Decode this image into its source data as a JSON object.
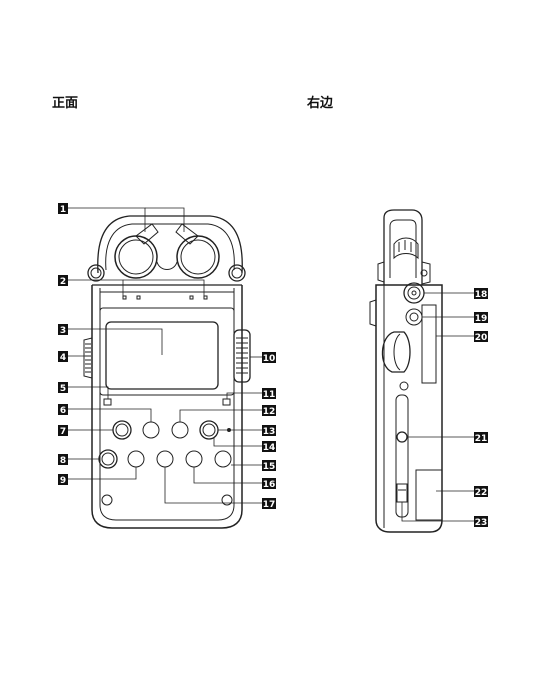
{
  "headings": {
    "front": "正面",
    "right": "右边"
  },
  "callouts": [
    "1",
    "2",
    "3",
    "4",
    "5",
    "6",
    "7",
    "8",
    "9",
    "10",
    "11",
    "12",
    "13",
    "14",
    "15",
    "16",
    "17",
    "18",
    "19",
    "20",
    "21",
    "22",
    "23"
  ]
}
